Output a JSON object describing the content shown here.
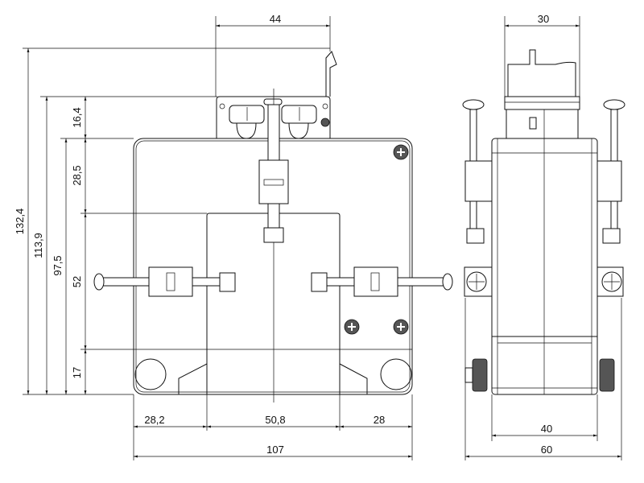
{
  "drawing": {
    "colors": {
      "line": "#111111",
      "background": "#ffffff",
      "screw_fill": "#555555"
    },
    "front_view": {
      "top_width": "44",
      "heights": {
        "total": "132,4",
        "to_terminal_top": "113,9",
        "body": "97,5"
      },
      "vertical_segments": {
        "terminal": "16,4",
        "upper": "28,5",
        "window": "52",
        "base": "17"
      },
      "bottom_segments": {
        "left": "28,2",
        "window": "50,8",
        "right": "28"
      },
      "total_width": "107"
    },
    "side_view": {
      "top_width": "30",
      "body_width": "40",
      "total_width": "60"
    }
  }
}
